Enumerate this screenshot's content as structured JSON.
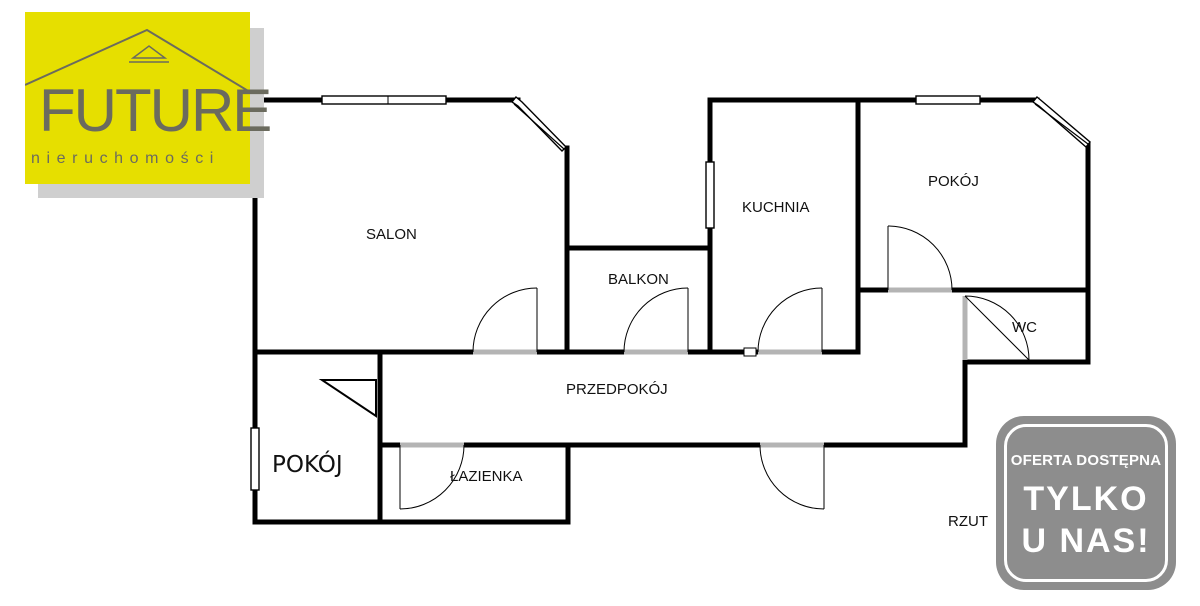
{
  "logo": {
    "name": "FUTURE",
    "subtitle": "nieruchomości",
    "bg_color": "#e6df00",
    "text_color": "#6b6b5e"
  },
  "rooms": {
    "salon": "SALON",
    "balkon": "BALKON",
    "kuchnia": "KUCHNIA",
    "pokoj_right": "POKÓJ",
    "wc": "WC",
    "przedpokoj": "PRZEDPOKÓJ",
    "pokoj_left": "POKÓJ",
    "lazienka": "ŁAZIENKA"
  },
  "plan_label": "RZUT",
  "badge": {
    "line1": "OFERTA DOSTĘPNA",
    "line2": "TYLKO",
    "line3": "U NAS!",
    "color": "#8d8d8d"
  }
}
